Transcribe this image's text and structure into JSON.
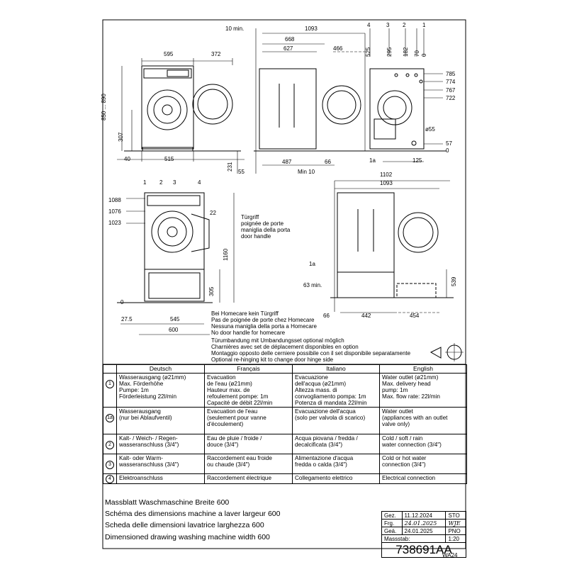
{
  "view_top_left": {
    "dims": [
      "595",
      "372",
      "850 ... 890",
      "307",
      "40",
      "515",
      "231",
      "55"
    ]
  },
  "view_top_mid": {
    "dims": [
      "10 min.",
      "1093",
      "668",
      "627",
      "466",
      "487",
      "66",
      "Min 10"
    ]
  },
  "view_top_right": {
    "callouts": [
      "4",
      "3",
      "2",
      "1"
    ],
    "dims_top": [
      "525",
      "295",
      "182",
      "70",
      "0"
    ],
    "dims_side": [
      "785",
      "774",
      "767",
      "722",
      "57",
      "0"
    ],
    "dims_misc": [
      "ø55",
      "125"
    ],
    "callout_1a": "1a"
  },
  "view_bottom_left": {
    "callouts": [
      "1",
      "2",
      "3",
      "4"
    ],
    "dims_left": [
      "1088",
      "1076",
      "1023",
      "0"
    ],
    "dims": [
      "22",
      "1160",
      "305",
      "27.5",
      "545",
      "600"
    ],
    "door_label": "Türgriff\npoignée de porte\nmaniglia della porta\ndoor handle"
  },
  "view_bottom_right": {
    "dims": [
      "1102",
      "1093",
      "539",
      "63 min.",
      "66",
      "442",
      "454"
    ],
    "callout_1a": "1a"
  },
  "notes": {
    "homecare": "Bei Homecare kein Türgriff\nPas de poignée de porte chez Homecare\nNessuna maniglia della porta a Homecare\nNo door handle for homecare",
    "rehinging": "Türumbandung mit Umbandungsset optional möglich\nCharnières avec set de déplacement disponibles en option\nMontaggio opposto delle cerniere possibile con il set disponibile separatamente\nOptional re-hinging kit to change door hinge side"
  },
  "table": {
    "headers": [
      "Deutsch",
      "Français",
      "Italiano",
      "English"
    ],
    "rows": [
      {
        "num": "1",
        "cells": [
          "Wasserausgang (ø21mm)\nMax. Förderhöhe\nPumpe: 1m\nFörderleistung 22l/min",
          "Evacuation\nde l'eau (ø21mm)\nHauteur max. de\nrefoulement pompe: 1m\nCapacité de débit 22l/min",
          "Evacuazione\ndell'acqua (ø21mm)\nAltezza mass. di\nconvogliamento pompa: 1m\nPotenza di mandata 22l/min",
          "Water outlet (ø21mm)\nMax. delivery head\npump: 1m\nMax. flow rate: 22l/min"
        ]
      },
      {
        "num": "1a",
        "cells": [
          "Wasserausgang\n(nur bei Ablaufventil)",
          "Evacuation de l'eau\n(seulement pour vanne\nd'écoulement)",
          "Evacuazione dell'acqua\n(solo per valvola di scarico)",
          "Water outlet\n(appliances with an outlet\nvalve only)"
        ]
      },
      {
        "num": "2",
        "cells": [
          "Kalt- / Weich- / Regen-\nwasseranschluss (3/4\")",
          "Eau de pluie / froide /\ndouce (3/4\")",
          "Acqua piovana / fredda /\ndecalcificata (3/4\")",
          "Cold / soft / rain\nwater connection (3/4\")"
        ]
      },
      {
        "num": "3",
        "cells": [
          "Kalt- oder Warm-\nwasseranschluss (3/4\")",
          "Raccordement eau froide\nou chaude (3/4\")",
          "Alimentazione d'acqua\nfredda o calda (3/4\")",
          "Cold or hot water\nconnection (3/4\")"
        ]
      },
      {
        "num": "4",
        "cells": [
          "Elektroanschluss",
          "Raccordement électrique",
          "Collegamento elettrico",
          "Electrical connection"
        ]
      }
    ]
  },
  "titles": [
    "Massblatt Waschmaschine Breite 600",
    "Schéma des dimensions machine a laver largeur 600",
    "Scheda delle dimensioni lavatrice larghezza 600",
    "Dimensioned drawing washing machine width 600"
  ],
  "meta": {
    "rows": [
      {
        "label": "Gez.",
        "date": "11.12.2024",
        "who": "STO",
        "hand": false
      },
      {
        "label": "Frg.",
        "date": "24.01.2025",
        "who": "WJE",
        "hand": true
      },
      {
        "label": "Geä.",
        "date": "24.01.2025",
        "who": "PNO",
        "hand": false
      }
    ],
    "scale_label": "Massstab:",
    "scale": "1:20",
    "doc_number": "738691AA",
    "footer_code": "WA24"
  }
}
